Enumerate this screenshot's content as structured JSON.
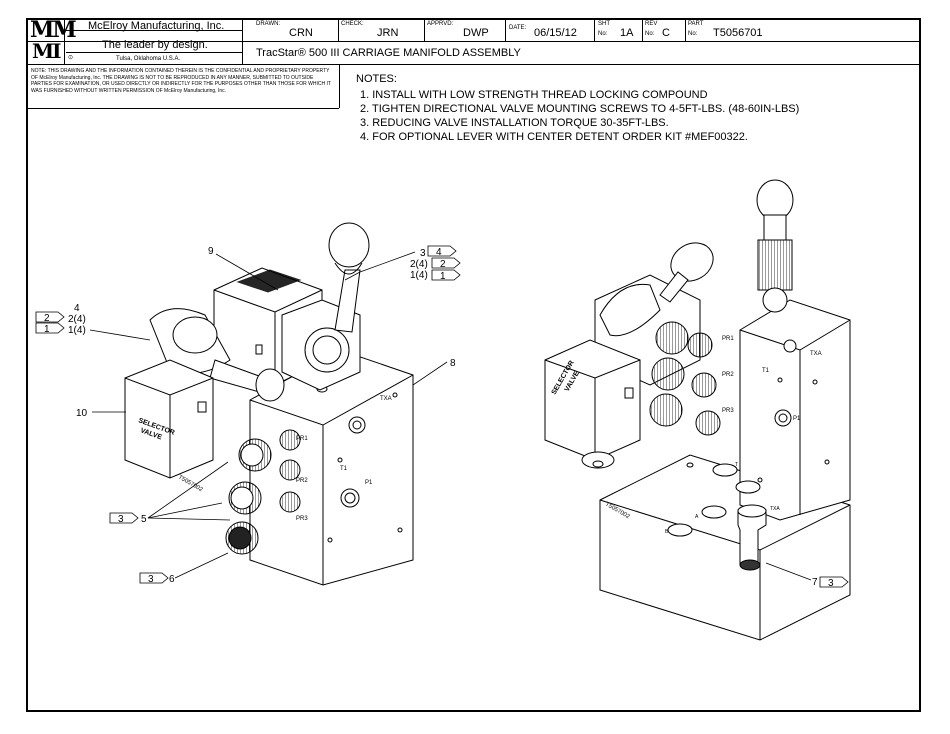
{
  "company": {
    "logo_top": "MM",
    "logo_bottom": "MI",
    "name": "McElroy Manufacturing, Inc.",
    "slogan": "The leader by design.",
    "location": "Tulsa, Oklahoma U.S.A."
  },
  "title_block": {
    "drawn_label": "DRAWN:",
    "drawn_value": "CRN",
    "check_label": "CHECK:",
    "check_value": "JRN",
    "apprvd_label": "APPRVD:",
    "apprvd_value": "DWP",
    "date_label": "DATE:",
    "date_value": "06/15/12",
    "sht_label": "SHT",
    "sht_no_label": "No:",
    "sht_value": "1A",
    "rev_label": "REV",
    "rev_no_label": "No:",
    "rev_value": "C",
    "part_label": "PART",
    "part_no_label": "No:",
    "part_value": "T5056701",
    "title": "TracStar® 500 III CARRIAGE MANIFOLD ASSEMBLY"
  },
  "confidential_note": "NOTE: THIS DRAWING AND THE INFORMATION CONTAINED THEREIN IS THE CONFIDENTIAL AND PROPRIETARY PROPERTY OF McElroy Manufacturing, Inc. THE DRAWING IS NOT TO BE REPRODUCED IN ANY MANNER, SUBMITTED TO OUTSIDE PARTIES FOR EXAMINATION, OR USED DIRECTLY OR INDIRECTLY FOR THE PURPOSES OTHER THAN THOSE FOR WHICH IT WAS FURNISHED WITHOUT WRITTEN PERMISSION OF McElroy Manufacturing, Inc.",
  "notes": {
    "heading": "NOTES:",
    "items": [
      "1. INSTALL WITH LOW STRENGTH THREAD LOCKING COMPOUND",
      "2. TIGHTEN DIRECTIONAL VALVE MOUNTING SCREWS TO 4-5FT-LBS. (48-60IN-LBS)",
      "3. REDUCING VALVE INSTALLATION TORQUE 30-35FT-LBS.",
      "4. FOR OPTIONAL LEVER WITH CENTER DETENT ORDER KIT #MEF00322."
    ]
  },
  "drawing_labels": {
    "balloons": [
      "9",
      "4",
      "2(4)",
      "1(4)",
      "4",
      "2(4)",
      "1(4)",
      "10",
      "8",
      "5",
      "6",
      "7"
    ],
    "flags": [
      "4",
      "2",
      "1",
      "2",
      "1",
      "3",
      "3",
      "3"
    ],
    "port_labels": [
      "PR1",
      "PR2",
      "PR3",
      "TXA",
      "T1",
      "P1",
      "PR1",
      "PR2",
      "PR3",
      "TXA",
      "T1",
      "P1",
      "T",
      "A",
      "B",
      "TXA"
    ],
    "part_stamp": "T5057002",
    "selector_text": "SELECTOR VALVE"
  }
}
